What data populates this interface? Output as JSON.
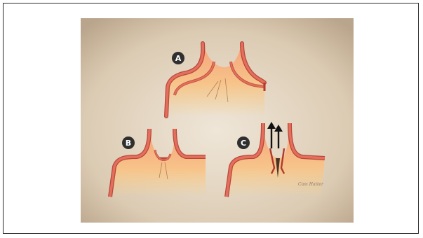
{
  "panels": [
    {
      "id": "A",
      "label": "A"
    },
    {
      "id": "B",
      "label": "B"
    },
    {
      "id": "C",
      "label": "C"
    }
  ],
  "signature": "Cam Hatter",
  "colors": {
    "background_light": "#efe6d8",
    "background_dark": "#b9a58b",
    "fabric_fill_top": "#f5b08a",
    "fabric_fill_bottom": "#f7d18a",
    "seam_outline": "#b23a2e",
    "seam_fill": "#e46f5d",
    "badge": "#2f2f2f",
    "arrow": "#111111"
  },
  "icons": {
    "arrow_up": "arrow-up-icon"
  }
}
